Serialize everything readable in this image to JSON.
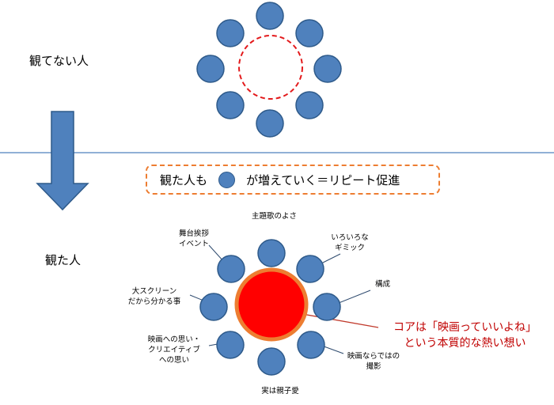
{
  "labels": {
    "not_watched": "観てない人",
    "watched": "観た人"
  },
  "note": {
    "prefix": "観た人も",
    "suffix": "が増えていく＝リピート促進"
  },
  "core": {
    "line1": "コアは「映画っていいよね」",
    "line2": "という本質的な熱い想い"
  },
  "factors": [
    {
      "id": "theme-song",
      "lines": [
        "主題歌のよさ"
      ]
    },
    {
      "id": "gimmick",
      "lines": [
        "いろいろな",
        "ギミック"
      ]
    },
    {
      "id": "structure",
      "lines": [
        "構成"
      ]
    },
    {
      "id": "filming",
      "lines": [
        "映画ならではの",
        "撮影"
      ]
    },
    {
      "id": "parent-child",
      "lines": [
        "実は親子愛"
      ]
    },
    {
      "id": "creative",
      "lines": [
        "映画への思い・",
        "クリエイティブ",
        "への思い"
      ]
    },
    {
      "id": "big-screen",
      "lines": [
        "大スクリーン",
        "だから分かる事"
      ]
    },
    {
      "id": "stage-greeting",
      "lines": [
        "舞台挨拶",
        "イベント"
      ]
    }
  ],
  "colors": {
    "circle_fill": "#4f81bd",
    "circle_stroke": "#2e5a8a",
    "arrow_fill": "#4f81bd",
    "core_fill": "#ff0000",
    "core_ring": "#ed7d31",
    "dashed_circle": "#e31a1c",
    "divider": "#4f81bd",
    "note_border": "#ed7d31",
    "core_text": "#c00000"
  }
}
